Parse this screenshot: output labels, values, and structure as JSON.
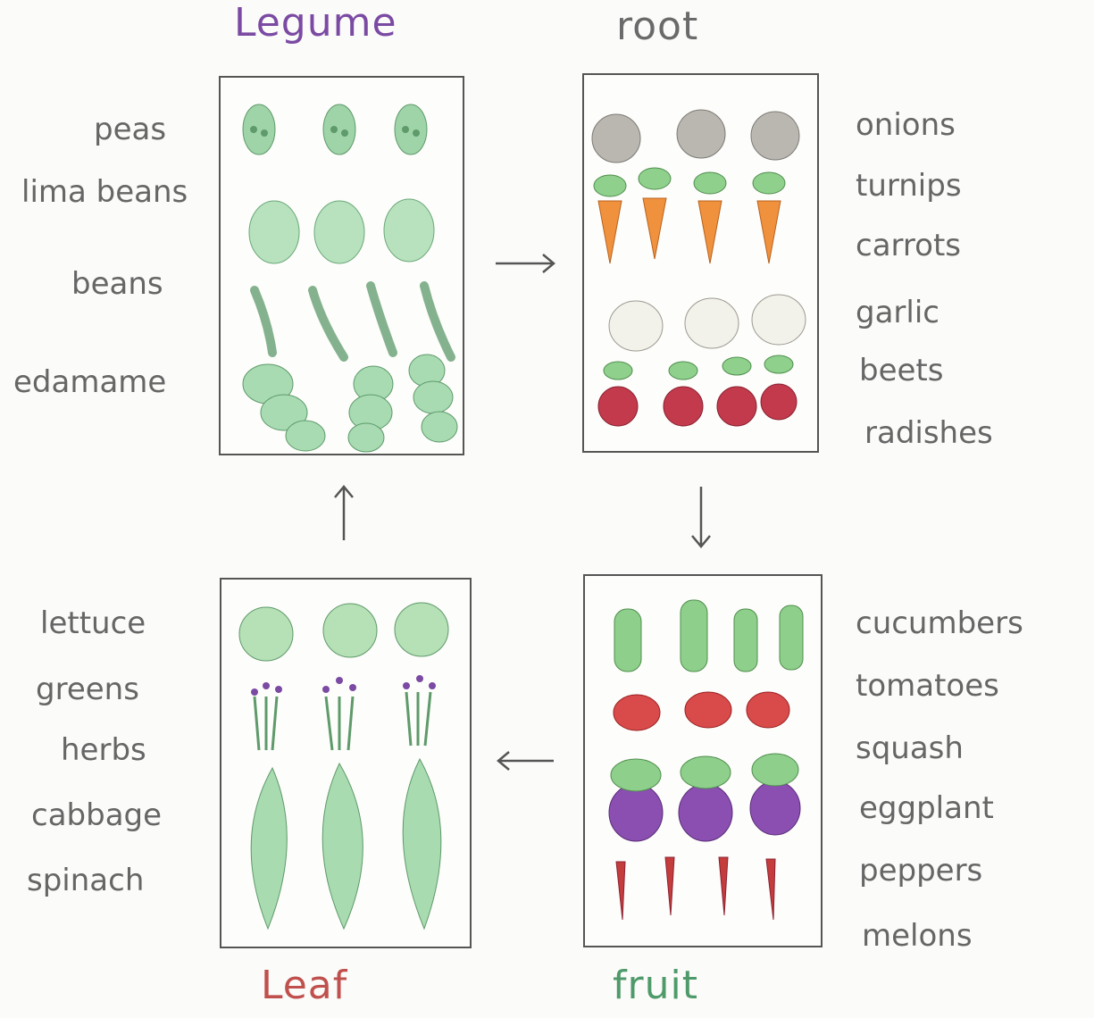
{
  "quadrants": {
    "legume": {
      "title": "Legume",
      "title_color": "#7b4aa3",
      "items": [
        "peas",
        "lima beans",
        "beans",
        "edamame"
      ]
    },
    "root": {
      "title": "root",
      "title_color": "#666666",
      "items": [
        "onions",
        "turnips",
        "carrots",
        "garlic",
        "beets",
        "radishes"
      ]
    },
    "leaf": {
      "title": "Leaf",
      "title_color": "#c0504d",
      "items": [
        "lettuce",
        "greens",
        "herbs",
        "cabbage",
        "spinach"
      ]
    },
    "fruit": {
      "title": "fruit",
      "title_color": "#4f9a6a",
      "items": [
        "cucumbers",
        "tomatoes",
        "squash",
        "eggplant",
        "peppers",
        "melons"
      ]
    }
  },
  "flow": [
    "legume",
    "root",
    "fruit",
    "leaf"
  ],
  "arrow_icons": [
    "arrow-right-icon",
    "arrow-down-icon",
    "arrow-left-icon",
    "arrow-up-icon"
  ]
}
